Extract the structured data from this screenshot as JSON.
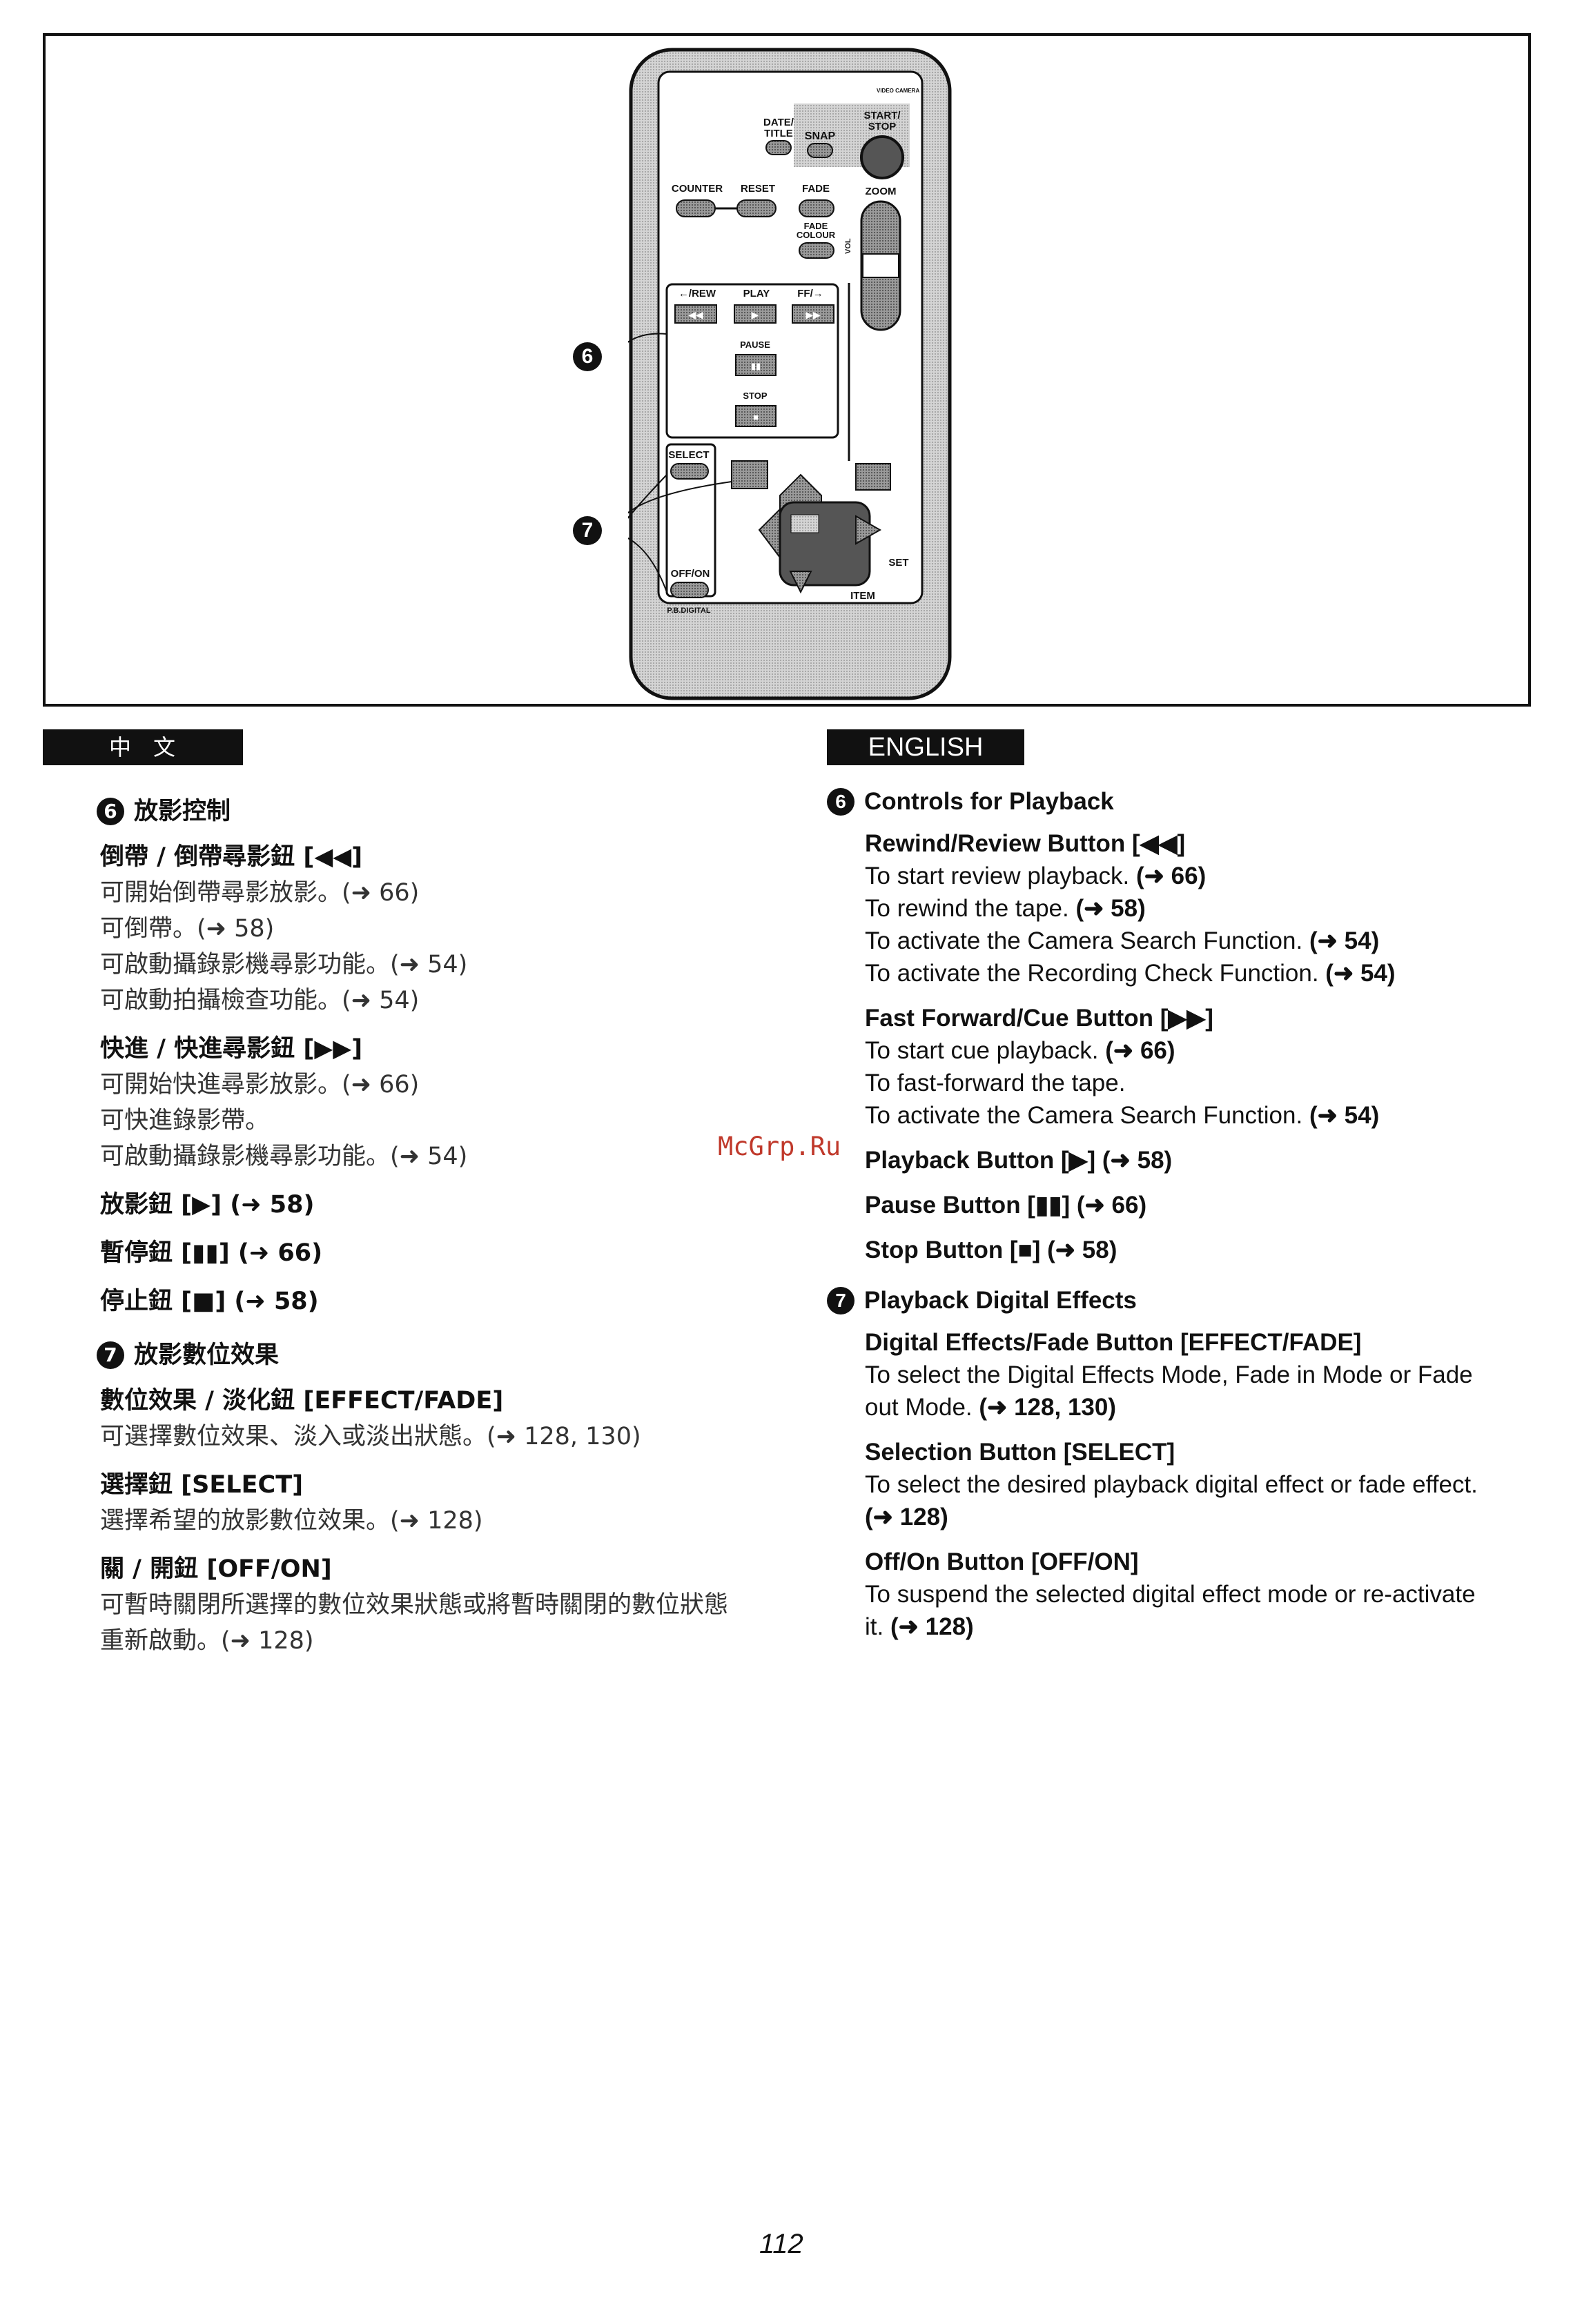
{
  "remote": {
    "top_label": "VIDEO CAMERA",
    "date_title": [
      "DATE/",
      "TITLE"
    ],
    "snap": "SNAP",
    "start_stop": [
      "START/",
      "STOP"
    ],
    "counter": "COUNTER",
    "reset": "RESET",
    "fade": "FADE",
    "zoom": "ZOOM",
    "fade_colour": [
      "FADE",
      "COLOUR"
    ],
    "vol": "VOL",
    "rew": "←/REW",
    "play": "PLAY",
    "ff": "FF/→",
    "pause": "PAUSE",
    "stop": "STOP",
    "select": "SELECT",
    "set": "SET",
    "off_on": "OFF/ON",
    "item": "ITEM",
    "pb_digital": "P.B.DIGITAL",
    "callout_6": "6",
    "callout_7": "7"
  },
  "chinese": {
    "lang_label": "中　文",
    "sections": [
      {
        "num": "6",
        "title": "放影控制",
        "items": [
          {
            "title": "倒帶 / 倒帶尋影鈕 [◀◀]",
            "lines": [
              "可開始倒帶尋影放影。(➜ 66)",
              "可倒帶。(➜ 58)",
              "可啟動攝錄影機尋影功能。(➜ 54)",
              "可啟動拍攝檢查功能。(➜ 54)"
            ]
          },
          {
            "title": "快進 / 快進尋影鈕 [▶▶]",
            "lines": [
              "可開始快進尋影放影。(➜ 66)",
              "可快進錄影帶。",
              "可啟動攝錄影機尋影功能。(➜ 54)"
            ]
          },
          {
            "title": "放影鈕 [▶] (➜ 58)",
            "lines": []
          },
          {
            "title": "暫停鈕 [▮▮] (➜ 66)",
            "lines": []
          },
          {
            "title": "停止鈕 [■] (➜ 58)",
            "lines": []
          }
        ]
      },
      {
        "num": "7",
        "title": "放影數位效果",
        "items": [
          {
            "title": "數位效果 / 淡化鈕 [EFFECT/FADE]",
            "lines": [
              "可選擇數位效果、淡入或淡出狀態。(➜ 128, 130)"
            ]
          },
          {
            "title": "選擇鈕 [SELECT]",
            "lines": [
              "選擇希望的放影數位效果。(➜ 128)"
            ]
          },
          {
            "title": "關 / 開鈕 [OFF/ON]",
            "lines": [
              "可暫時關閉所選擇的數位效果狀態或將暫時關閉的數位狀態",
              "重新啟動。(➜ 128)"
            ]
          }
        ]
      }
    ]
  },
  "english": {
    "lang_label": "ENGLISH",
    "sections": [
      {
        "num": "6",
        "title": "Controls for Playback",
        "items": [
          {
            "title": "Rewind/Review Button [◀◀]",
            "lines": [
              "To start review playback.|(➜ 66)",
              "To rewind the tape.|(➜ 58)",
              "To activate the Camera Search Function.|(➜ 54)",
              "To activate the Recording Check Function.|(➜ 54)"
            ]
          },
          {
            "title": "Fast Forward/Cue Button [▶▶]",
            "lines": [
              "To start cue playback.|(➜ 66)",
              "To fast-forward the tape.|",
              "To activate the Camera Search Function.|(➜ 54)"
            ]
          },
          {
            "title": "Playback Button [▶] (➜ 58)",
            "lines": []
          },
          {
            "title": "Pause Button [▮▮] (➜ 66)",
            "lines": []
          },
          {
            "title": "Stop Button [■] (➜ 58)",
            "lines": []
          }
        ]
      },
      {
        "num": "7",
        "title": "Playback Digital Effects",
        "items": [
          {
            "title": "Digital Effects/Fade Button [EFFECT/FADE]",
            "lines": [
              "To select the Digital Effects Mode, Fade in Mode or Fade",
              "out Mode.|(➜ 128, 130)"
            ]
          },
          {
            "title": "Selection Button [SELECT]",
            "lines": [
              "To select the desired playback digital effect or fade effect.",
              "|(➜ 128)"
            ]
          },
          {
            "title": "Off/On Button [OFF/ON]",
            "lines": [
              "To suspend the selected digital effect mode or re-activate",
              "it.|(➜ 128)"
            ]
          }
        ]
      }
    ]
  },
  "watermark": "McGrp.Ru",
  "page_number": "112"
}
